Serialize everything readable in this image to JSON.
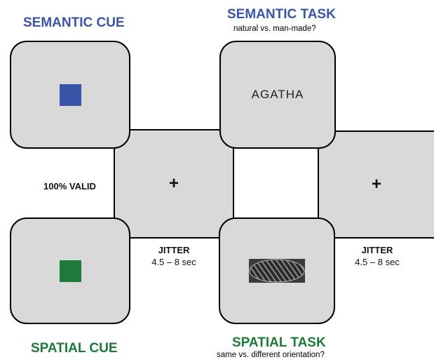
{
  "semantic_cue": {
    "title": "SEMANTIC CUE",
    "color": "#3a55a8"
  },
  "spatial_cue": {
    "title": "SPATIAL CUE",
    "color": "#1e7a3a"
  },
  "validity": "100% VALID",
  "semantic_task": {
    "title": "SEMANTIC TASK",
    "question": "natural vs. man-made?",
    "stimulus_word": "AGATHA"
  },
  "spatial_task": {
    "title": "SPATIAL TASK",
    "question": "same vs. different orientation?"
  },
  "fixation": "+",
  "jitter": [
    {
      "label": "JITTER",
      "duration": "4.5 – 8 sec"
    },
    {
      "label": "JITTER",
      "duration": "4.5 – 8 sec"
    }
  ],
  "colors": {
    "panel": "#d9d9d9",
    "blue": "#3a55a8",
    "green": "#1e7a3a"
  }
}
